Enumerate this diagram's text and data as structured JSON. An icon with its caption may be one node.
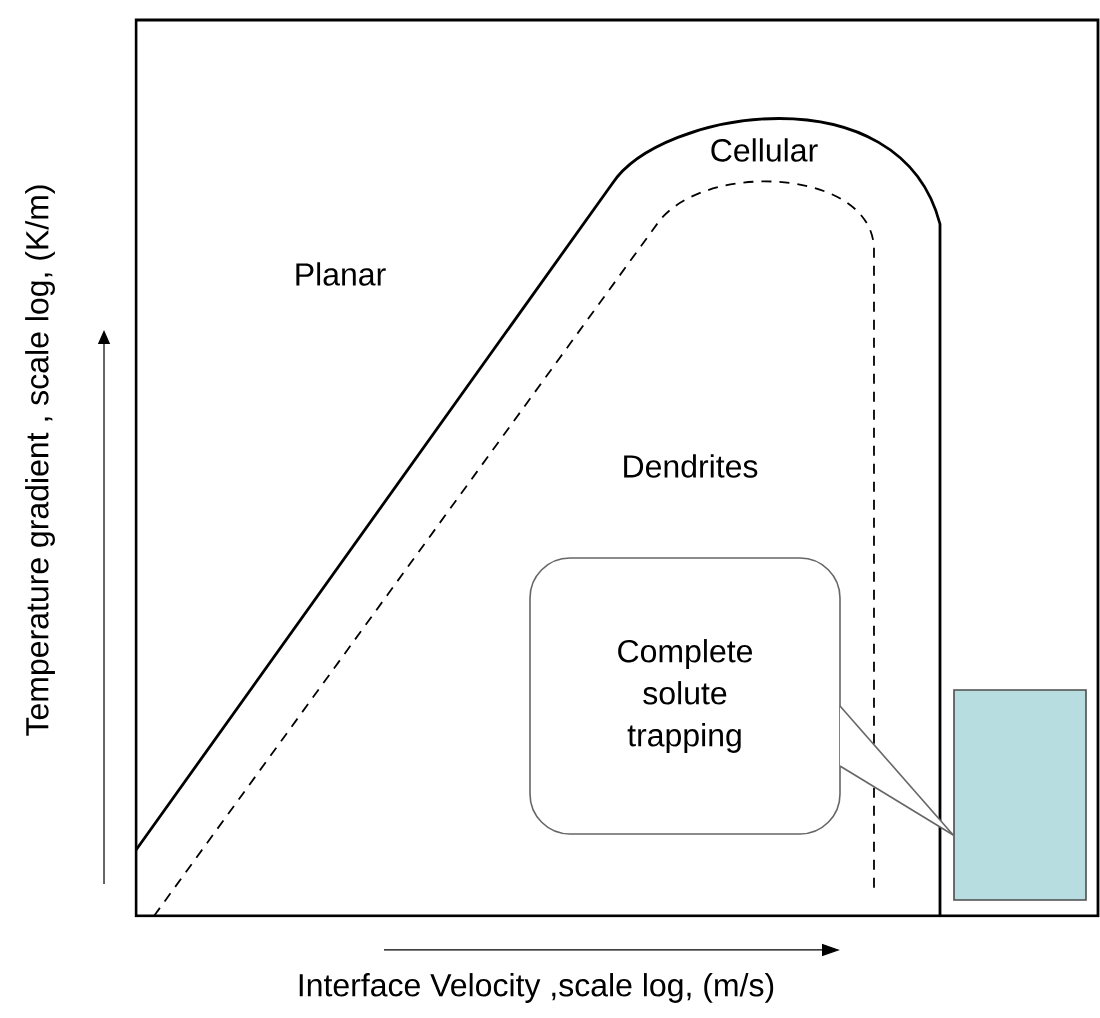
{
  "diagram": {
    "nodes": [
      {
        "text": [
          "Complete solute trapping"
        ]
      },
      {
        "text": [],
        "shape": "box"
      }
    ],
    "edges": [
      {
        "from": 0,
        "to": 1,
        "arrow": "none"
      }
    ],
    "labels": [
      "Cellular",
      "Planar",
      "Dendrites",
      "Temperature gradient , scale log, (K/m)",
      "Interface Velocity ,scale log, (m/s)"
    ]
  }
}
